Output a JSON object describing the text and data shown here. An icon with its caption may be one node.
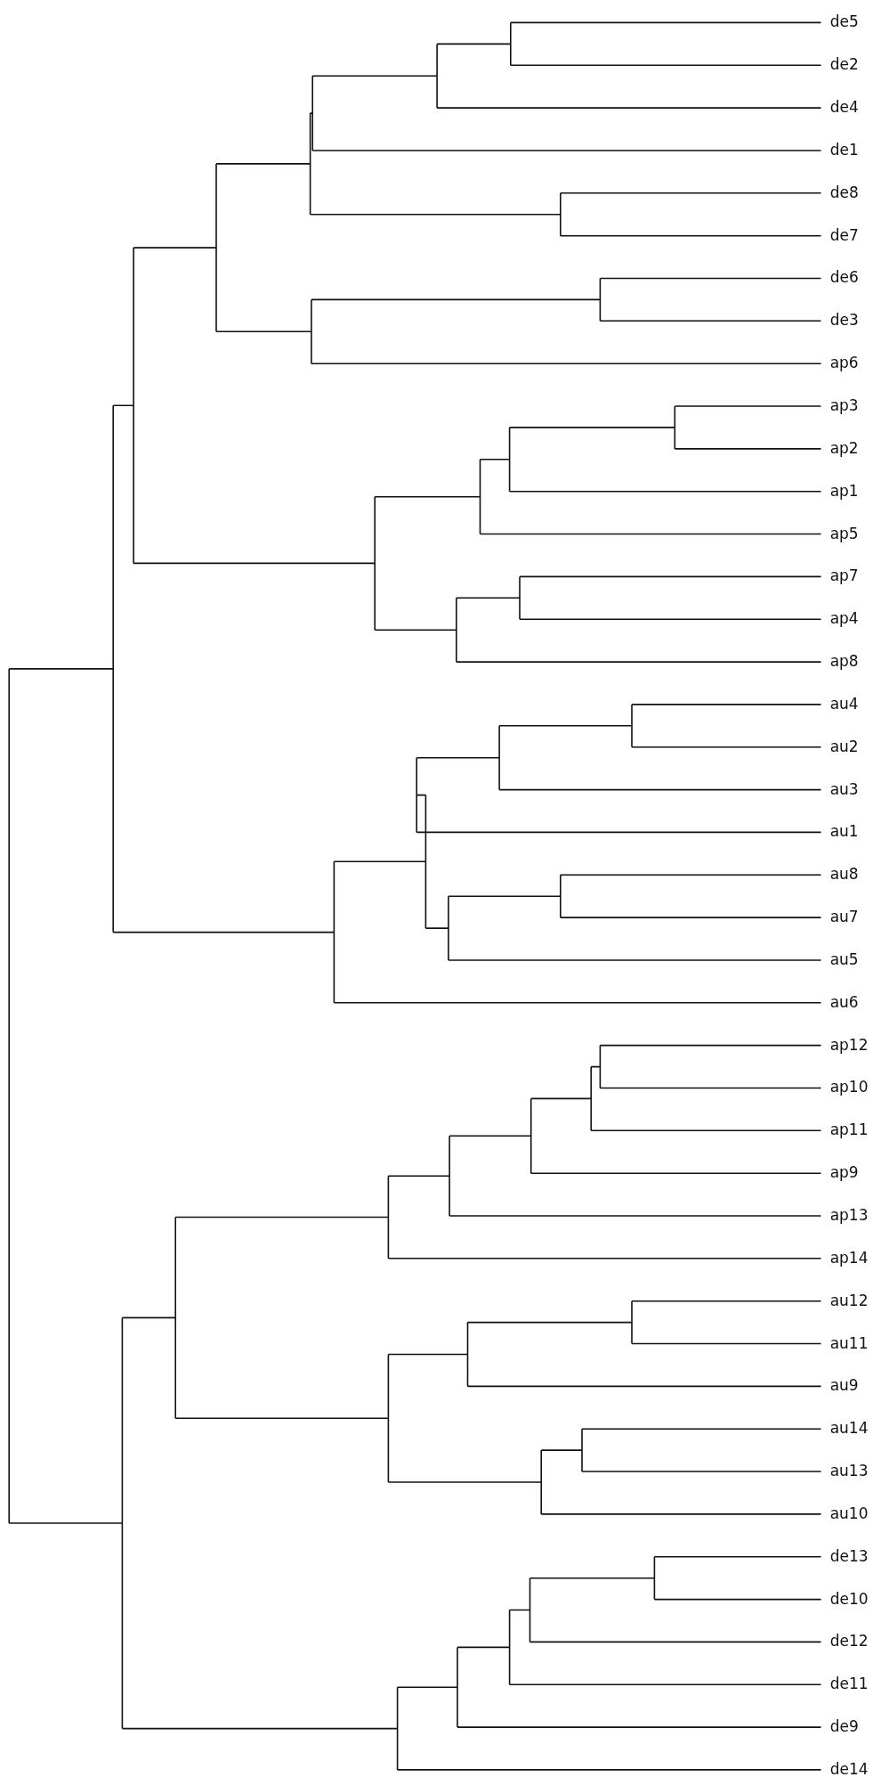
{
  "diagram": {
    "labels": [
      "de5",
      "de2",
      "de4",
      "de1",
      "de8",
      "de7",
      "de6",
      "de3",
      "ap6",
      "ap3",
      "ap2",
      "ap1",
      "ap5",
      "ap7",
      "ap4",
      "ap8",
      "au4",
      "au2",
      "au3",
      "au1",
      "au8",
      "au7",
      "au5",
      "au6",
      "ap12",
      "ap10",
      "ap11",
      "ap9",
      "ap13",
      "ap14",
      "au12",
      "au11",
      "au9",
      "au14",
      "au13",
      "au10",
      "de13",
      "de10",
      "de12",
      "de11",
      "de9",
      "de14"
    ]
  }
}
